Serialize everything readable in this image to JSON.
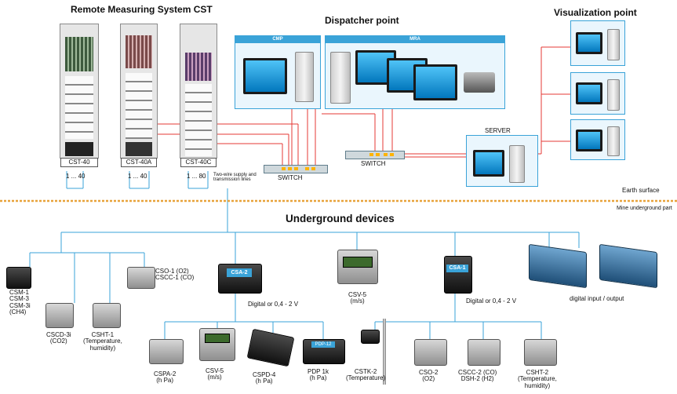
{
  "titles": {
    "cst": "Remote Measuring System CST",
    "dispatcher": "Dispatcher point",
    "visualization": "Visualization point",
    "underground": "Underground devices"
  },
  "cabinets": [
    {
      "label": "CST-40",
      "range": "1 ... 40"
    },
    {
      "label": "CST-40A",
      "range": "1 ... 40"
    },
    {
      "label": "CST-40C",
      "range": "1 ... 80"
    }
  ],
  "two_wire": "Two-wire supply and transmission lines",
  "dispatcher_panels": {
    "cmp": "CMP",
    "mra": "MRA"
  },
  "switch_label": "SWITCH",
  "server_label": "SERVER",
  "earth_surface": "Earth surface",
  "mine_part": "Mine underground part",
  "devices": {
    "csm": [
      "CSM-1",
      "CSM-3",
      "CSM-3i",
      "(CH4)"
    ],
    "cscd": [
      "CSCD-3i",
      "(CO2)"
    ],
    "csht1": [
      "CSHT-1",
      "(Temperature,",
      "humidity)"
    ],
    "cso1": [
      "CSO-1 (O2)",
      "CSCC-1 (CO)"
    ],
    "csa2": "CSA-2",
    "digital_a": "Digital or 0,4 - 2 V",
    "csv5_top": [
      "CSV-5",
      "(m/s)"
    ],
    "csa1": "CSA-1",
    "digital_b": "Digital or 0,4 - 2 V",
    "dio": "digital input / output",
    "cspa2": [
      "CSPA-2",
      "(h Pa)"
    ],
    "csv5": [
      "CSV-5",
      "(m/s)"
    ],
    "cspd4": [
      "CSPD-4",
      "(h Pa)"
    ],
    "pdp": [
      "PDP 1k",
      "(h Pa)"
    ],
    "pdp_screen": "PDP-12",
    "cstk2": [
      "CSTK-2",
      "(Temperature)"
    ],
    "cso2": [
      "CSO-2",
      "(O2)"
    ],
    "cscc2": [
      "CSCC-2 (CO)",
      "DSH-2 (H2)"
    ],
    "csht2": [
      "CSHT-2",
      "(Temperature,",
      "humidity)"
    ]
  },
  "colors": {
    "wire_blue": "#3aa3d8",
    "wire_red": "#e53935",
    "dash": "#e8a33a"
  }
}
